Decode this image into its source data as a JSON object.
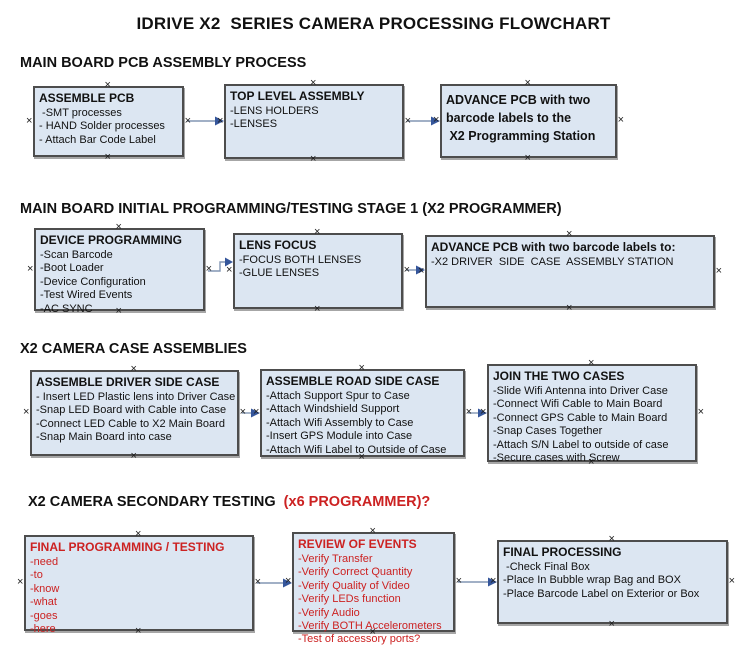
{
  "title": "IDRIVE X2  SERIES CAMERA PROCESSING FLOWCHART",
  "colors": {
    "box_fill": "#dce6f2",
    "box_border": "#4d4d4d",
    "arrow_line": "#8296b4",
    "arrow_head": "#35569b",
    "red_text": "#cc2222",
    "text": "#111111"
  },
  "sections": [
    {
      "heading": "MAIN BOARD PCB ASSEMBLY PROCESS",
      "heading_suffix": "",
      "boxes": [
        {
          "title": "ASSEMBLE PCB",
          "items": [
            " -SMT processes",
            "- HAND Solder processes",
            "- Attach Bar Code Label"
          ]
        },
        {
          "title": "TOP LEVEL ASSEMBLY",
          "items": [
            "-LENS HOLDERS",
            "-LENSES"
          ]
        },
        {
          "title": "",
          "items": [
            "ADVANCE PCB with two",
            "barcode labels to the",
            " X2 Programming Station"
          ]
        }
      ]
    },
    {
      "heading": "MAIN BOARD INITIAL PROGRAMMING/TESTING STAGE 1 (X2 PROGRAMMER)",
      "heading_suffix": "",
      "boxes": [
        {
          "title": "DEVICE PROGRAMMING",
          "items": [
            "-Scan Barcode",
            "-Boot Loader",
            "-Device Configuration",
            "-Test Wired Events",
            "-AC SYNC"
          ]
        },
        {
          "title": "LENS FOCUS",
          "items": [
            "-FOCUS BOTH LENSES",
            "-GLUE LENSES"
          ]
        },
        {
          "title": "ADVANCE PCB with two barcode labels to:",
          "items": [
            "-X2 DRIVER  SIDE  CASE  ASSEMBLY STATION"
          ]
        }
      ]
    },
    {
      "heading": "X2 CAMERA CASE ASSEMBLIES",
      "heading_suffix": "",
      "boxes": [
        {
          "title": "ASSEMBLE DRIVER SIDE CASE",
          "items": [
            "- Insert LED Plastic lens into Driver Case",
            "-Snap LED Board with Cable into Case",
            "-Connect LED Cable to X2 Main Board",
            "-Snap Main Board into case"
          ]
        },
        {
          "title": "ASSEMBLE ROAD SIDE CASE",
          "items": [
            "-Attach Support Spur to Case",
            "-Attach Windshield Support",
            "-Attach Wifi Assembly to Case",
            "-Insert GPS Module into Case",
            "-Attach Wifi Label to Outside of Case"
          ]
        },
        {
          "title": "JOIN THE TWO CASES",
          "items": [
            "-Slide Wifi Antenna into Driver Case",
            "-Connect Wifi Cable to Main Board",
            "-Connect GPS Cable to Main Board",
            "-Snap Cases Together",
            "-Attach S/N Label to outside of case",
            "-Secure cases with Screw"
          ]
        }
      ]
    },
    {
      "heading": "X2 CAMERA SECONDARY TESTING  ",
      "heading_suffix": "(x6 PROGRAMMER)?",
      "boxes": [
        {
          "title": "FINAL PROGRAMMING / TESTING",
          "items": [
            "-need",
            "-to",
            "-know",
            "-what",
            "-goes",
            "-here"
          ]
        },
        {
          "title": "REVIEW OF EVENTS",
          "items": [
            "-Verify Transfer",
            "-Verify Correct Quantity",
            "-Verify Quality of Video",
            "-Verify LEDs function",
            "-Verify Audio",
            "-Verify BOTH Accelerometers",
            "-Test of accessory ports?"
          ]
        },
        {
          "title": "FINAL PROCESSING",
          "items": [
            " -Check Final Box",
            "-Place In Bubble wrap Bag and BOX",
            "-Place Barcode Label on Exterior or Box"
          ]
        }
      ]
    }
  ]
}
